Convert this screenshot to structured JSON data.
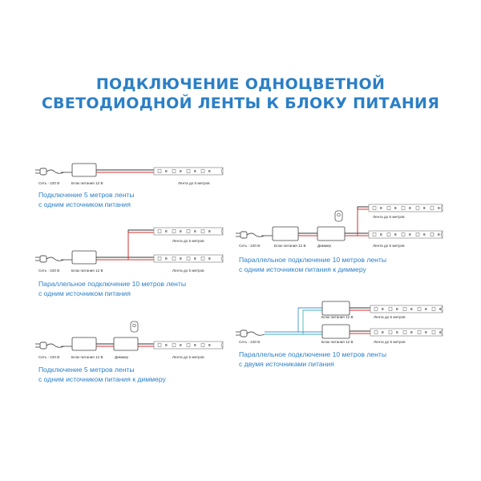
{
  "title": {
    "line1": "ПОДКЛЮЧЕНИЕ ОДНОЦВЕТНОЙ",
    "line2": "СВЕТОДИОДНОЙ ЛЕНТЫ К БЛОКУ ПИТАНИЯ"
  },
  "labels": {
    "mains": "Сеть - 220 В",
    "psu": "Блок питания 12 В",
    "strip5": "Лента до 5 метров",
    "dimmer": "Диммер"
  },
  "diagrams": [
    {
      "caption1": "Подключение 5 метров ленты",
      "caption2": "с одним источником питания"
    },
    {
      "caption1": "Параллельное подключение 10 метров ленты",
      "caption2": "с одним источником питания"
    },
    {
      "caption1": "Подключение 5 метров ленты",
      "caption2": "с одним источником питания к диммеру"
    },
    {
      "caption1": "Параллельное подключение 10 метров ленты",
      "caption2": "с одним источником питания к диммеру"
    },
    {
      "caption1": "Параллельное подключение 10 метров ленты",
      "caption2": "с двумя источниками питания"
    }
  ],
  "colors": {
    "accent": "#2b7fc6",
    "wire_red": "#d8312f",
    "wire_dark": "#333333",
    "wire_blue": "#4a90d9",
    "wire_teal": "#3fb6b1"
  }
}
